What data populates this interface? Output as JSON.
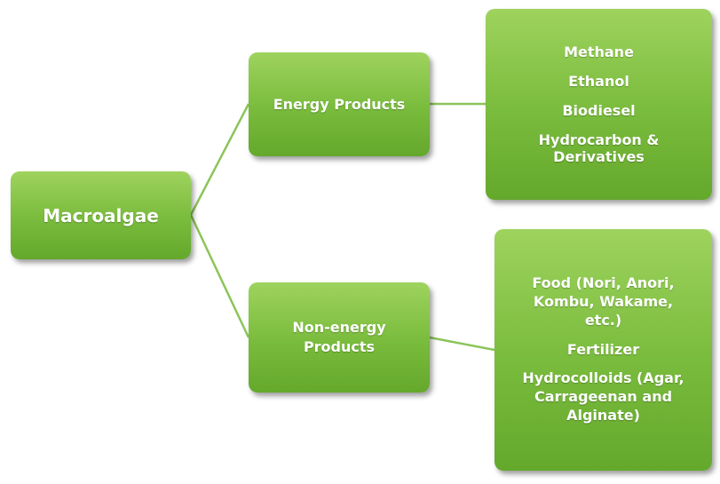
{
  "diagram": {
    "root": {
      "label": "Macroalgae"
    },
    "branches": [
      {
        "label": "Energy Products",
        "items": [
          "Methane",
          "Ethanol",
          "Biodiesel",
          "Hydrocarbon & Derivatives"
        ]
      },
      {
        "label": "Non-energy Products",
        "items": [
          "Food (Nori, Anori, Kombu, Wakame, etc.)",
          "Fertilizer",
          "Hydrocolloids (Agar, Carrageenan and Alginate)"
        ]
      }
    ]
  },
  "colors": {
    "box_fill": "#79bb3c",
    "connector": "#8cc45a",
    "text": "#ffffff"
  }
}
